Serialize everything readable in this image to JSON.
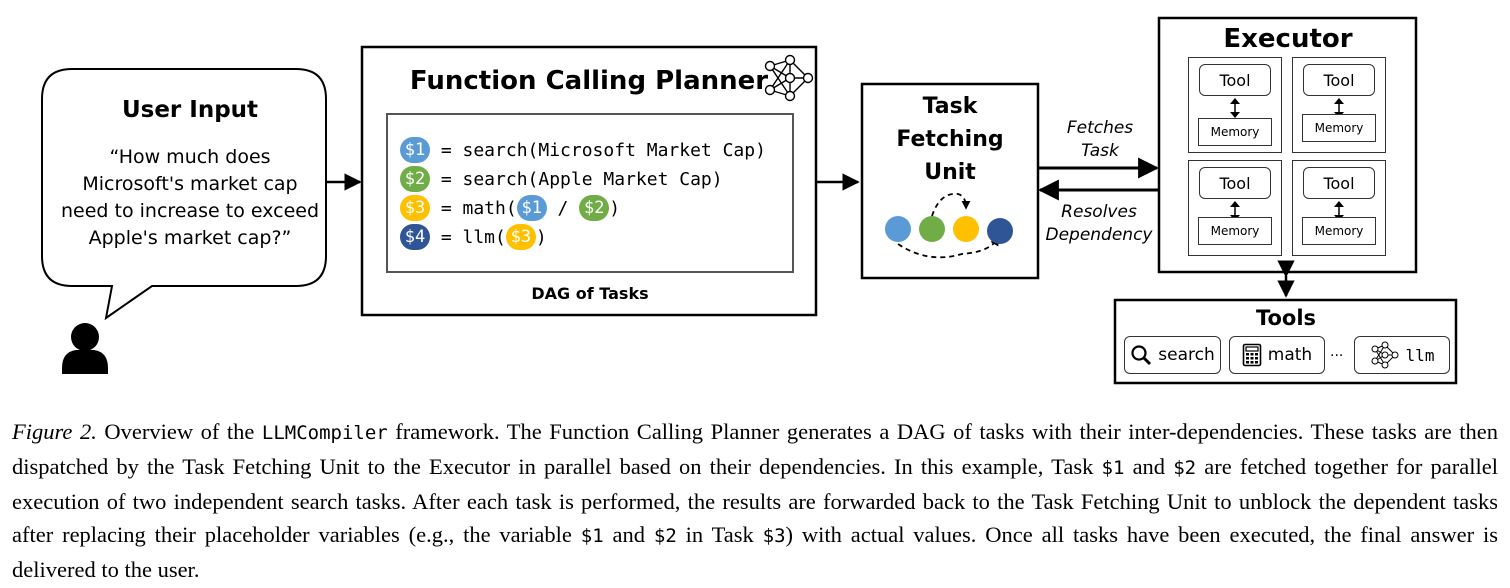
{
  "user_input": {
    "title": "User Input",
    "quote_lines": [
      "“How much does",
      "Microsoft's market cap",
      "need to increase to exceed",
      "Apple's market cap?”"
    ]
  },
  "planner": {
    "title": "Function Calling Planner",
    "icon": "neural-network-icon",
    "tasks": [
      {
        "id": "$1",
        "color": "#5b9bd5",
        "prefix": " = search(Microsoft Market Cap)"
      },
      {
        "id": "$2",
        "color": "#70ad47",
        "prefix": " = search(Apple Market Cap)"
      },
      {
        "id": "$3",
        "color": "#ffc000",
        "prefix": " = math(",
        "arg1": "$1",
        "sep": " / ",
        "arg2": "$2",
        "suffix": ")"
      },
      {
        "id": "$4",
        "color": "#2f5597",
        "prefix": " = llm(",
        "arg1": "$3",
        "suffix": ")"
      }
    ],
    "dag_label": "DAG of Tasks"
  },
  "task_fetching_unit": {
    "title_lines": [
      "Task",
      "Fetching",
      "Unit"
    ],
    "dot_colors": [
      "#5b9bd5",
      "#70ad47",
      "#ffc000",
      "#2f5597"
    ]
  },
  "edges": {
    "fetches_lines": [
      "Fetches",
      "Task"
    ],
    "resolves_lines": [
      "Resolves",
      "Dependency"
    ]
  },
  "executor": {
    "title": "Executor",
    "tool_label": "Tool",
    "memory_label": "Memory"
  },
  "tools": {
    "title": "Tools",
    "items": [
      {
        "label": "search",
        "icon": "magnifier-icon"
      },
      {
        "label": "math",
        "icon": "calculator-icon"
      },
      {
        "label": "llm",
        "icon": "neural-network-icon"
      }
    ],
    "ellipsis": "..."
  },
  "caption": {
    "label": "Figure 2.",
    "t1": " Overview of the ",
    "framework": "LLMCompiler",
    "t2": " framework.  The Function Calling Planner generates a DAG of tasks with their inter-dependencies. These tasks are then dispatched by the Task Fetching Unit to the Executor in parallel based on their dependencies. In this example, Task ",
    "v1": "$1",
    "t3": " and ",
    "v2": "$2",
    "t4": " are fetched together for parallel execution of two independent search tasks. After each task is performed, the results are forwarded back to the Task Fetching Unit to unblock the dependent tasks after replacing their placeholder variables (e.g., the variable ",
    "v3": "$1",
    "t5": " and ",
    "v4": "$2",
    "t6": " in Task ",
    "v5": "$3",
    "t7": ") with actual values. Once all tasks have been executed, the final answer is delivered to the user."
  }
}
